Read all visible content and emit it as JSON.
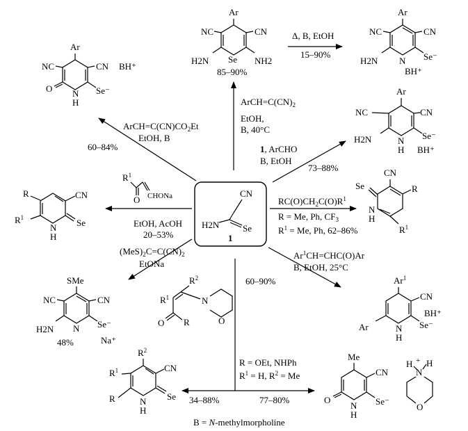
{
  "center": {
    "compound_number": "1",
    "cn": "CN",
    "h2n": "H2N",
    "se": "Se"
  },
  "base_definition": {
    "prefix": "B = ",
    "name": "N-methylmorpholine"
  },
  "reactions": {
    "top": {
      "line1": "ArCH=C(CN)",
      "line1_sub": "2",
      "line2": "EtOH,",
      "line3": "B, 40°C"
    },
    "top_right": {
      "line1": "Δ, B, EtOH",
      "line2": "15–90%"
    },
    "upper_left": {
      "line1": "ArCH=C(CN)CO",
      "line1_sub": "2",
      "line1_tail": "Et",
      "line2": "EtOH, B",
      "yield": "60–84%"
    },
    "upper_right": {
      "line1_bold": "1",
      "line1": ", ArCHO",
      "line2": "B, EtOH",
      "yield": "73–88%"
    },
    "left": {
      "line1": "EtOH, AcOH",
      "line2": "20–53%"
    },
    "right": {
      "line1": "RC(O)CH",
      "line1_sub": "2",
      "line1_tail": "C(O)R",
      "line1_sup": "1",
      "line2": "R = Me, Ph, CF",
      "line2_sub": "3",
      "line3_prefix": "R",
      "line3_sup": "1",
      "line3": " = Me, Ph, 62–86%"
    },
    "lower_left": {
      "line1": "(MeS)",
      "line1_sub": "2",
      "line1_tail": "C=C(CN)",
      "line1_sub2": "2",
      "line2": "EtONa"
    },
    "lower_right": {
      "line1_prefix": "Ar",
      "line1_sup": "1",
      "line1": "CH=CHC(O)Ar",
      "line2": "B, EtOH, 25°C",
      "yield": "60–90%"
    },
    "bottom": {
      "line1": "R = OEt, NHPh",
      "line2_prefix": "R",
      "line2_sup": "1",
      "line2": " = H, R",
      "line2_sup2": "2",
      "line2_tail": " = Me",
      "yield_left": "34–88%",
      "yield_right": "77–80%"
    }
  },
  "products": {
    "top_dihydro": {
      "ar": "Ar",
      "cn_left": "NC",
      "cn_right": "CN",
      "se": "Se",
      "nh2_left": "H2N",
      "nh2_right": "NH2",
      "yield": "85–90%"
    },
    "top_right_pyridine": {
      "ar": "Ar",
      "nc": "NC",
      "cn": "CN",
      "h2n": "H2N",
      "n": "N",
      "se": "Se⁻",
      "salt": "BH⁺"
    },
    "upper_left_pyridone": {
      "ar": "Ar",
      "nc": "NC",
      "cn": "CN",
      "o": "O",
      "nh": "N",
      "h": "H",
      "se": "Se⁻",
      "salt": "BH⁺"
    },
    "upper_right_dihydro": {
      "ar": "Ar",
      "nc": "NC",
      "cn": "CN",
      "h2n": "H2N",
      "nh": "N",
      "h": "H",
      "se": "Se⁻",
      "salt": "BH⁺"
    },
    "left_selone": {
      "r": "R",
      "r1": "R",
      "cn": "CN",
      "nh": "N",
      "h": "H",
      "se": "Se"
    },
    "left_reagent": {
      "r1": "R",
      "o": "O",
      "chona": "CHONa"
    },
    "right_selone": {
      "se": "Se",
      "cn": "CN",
      "r": "R",
      "nh": "N",
      "h": "H",
      "r1": "R"
    },
    "lower_left_smes": {
      "sme": "SMe",
      "nc": "NC",
      "cn": "CN",
      "h2n": "H2N",
      "n": "N",
      "se": "Se⁻",
      "na": "Na⁺",
      "yield": "48%"
    },
    "lower_right_dihydro": {
      "ar1": "Ar",
      "cn": "CN",
      "salt": "BH⁺",
      "ar": "Ar",
      "nh": "N",
      "h": "H",
      "se": "Se⁻"
    },
    "bottom_reagent": {
      "r1": "R",
      "r2": "R",
      "r": "R",
      "o": "O",
      "morph_n": "N",
      "morph_o": "O"
    },
    "bottom_left_selone": {
      "r2": "R",
      "r1": "R",
      "cn": "CN",
      "r": "R",
      "nh": "N",
      "h": "H",
      "se": "Se"
    },
    "bottom_right_pyridone": {
      "me": "Me",
      "cn": "CN",
      "o": "O",
      "nh": "N",
      "h": "H",
      "se": "Se⁻"
    },
    "morpholinium": {
      "h_left": "H",
      "h_right": "H",
      "plus": "+",
      "n": "N",
      "o": "O"
    }
  }
}
